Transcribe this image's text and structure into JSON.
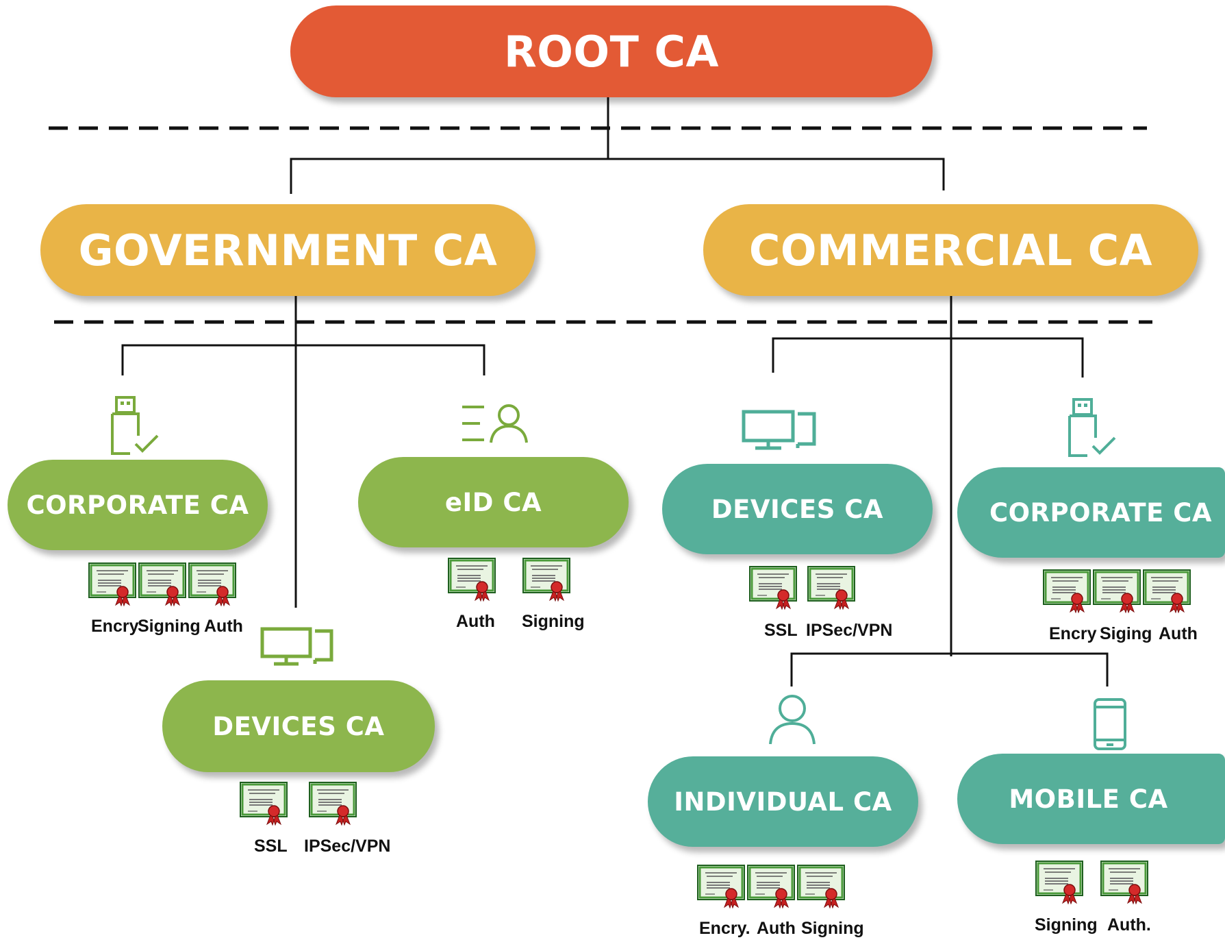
{
  "root": {
    "label": "ROOT CA"
  },
  "tier1": {
    "government": "GOVERNMENT CA",
    "commercial": "COMMERCIAL CA"
  },
  "government": {
    "corporate": {
      "label": "CORPORATE CA",
      "icon": "usb-key-check-icon",
      "certs": [
        "Encry",
        "Signing",
        "Auth"
      ]
    },
    "eid": {
      "label": "eID CA",
      "icon": "id-person-icon",
      "certs": [
        "Auth",
        "Signing"
      ]
    },
    "devices": {
      "label": "DEVICES CA",
      "icon": "devices-icon",
      "certs": [
        "SSL",
        "IPSec/VPN"
      ]
    }
  },
  "commercial": {
    "devices": {
      "label": "DEVICES CA",
      "icon": "devices-icon",
      "certs": [
        "SSL",
        "IPSec/VPN"
      ]
    },
    "corporate": {
      "label": "CORPORATE CA",
      "icon": "usb-key-check-icon",
      "certs": [
        "Encry",
        "Siging",
        "Auth"
      ]
    },
    "individual": {
      "label": "INDIVIDUAL CA",
      "icon": "person-icon",
      "certs": [
        "Encry.",
        "Auth",
        "Signing"
      ]
    },
    "mobile": {
      "label": "MOBILE CA",
      "icon": "mobile-phone-icon",
      "certs": [
        "Signing",
        "Auth."
      ]
    }
  },
  "colors": {
    "root": "#e35a35",
    "tier1": "#e9b447",
    "government": "#8db64d",
    "commercial": "#56af9a",
    "government_icon": "#7aaa3c",
    "commercial_icon": "#4fae98"
  }
}
